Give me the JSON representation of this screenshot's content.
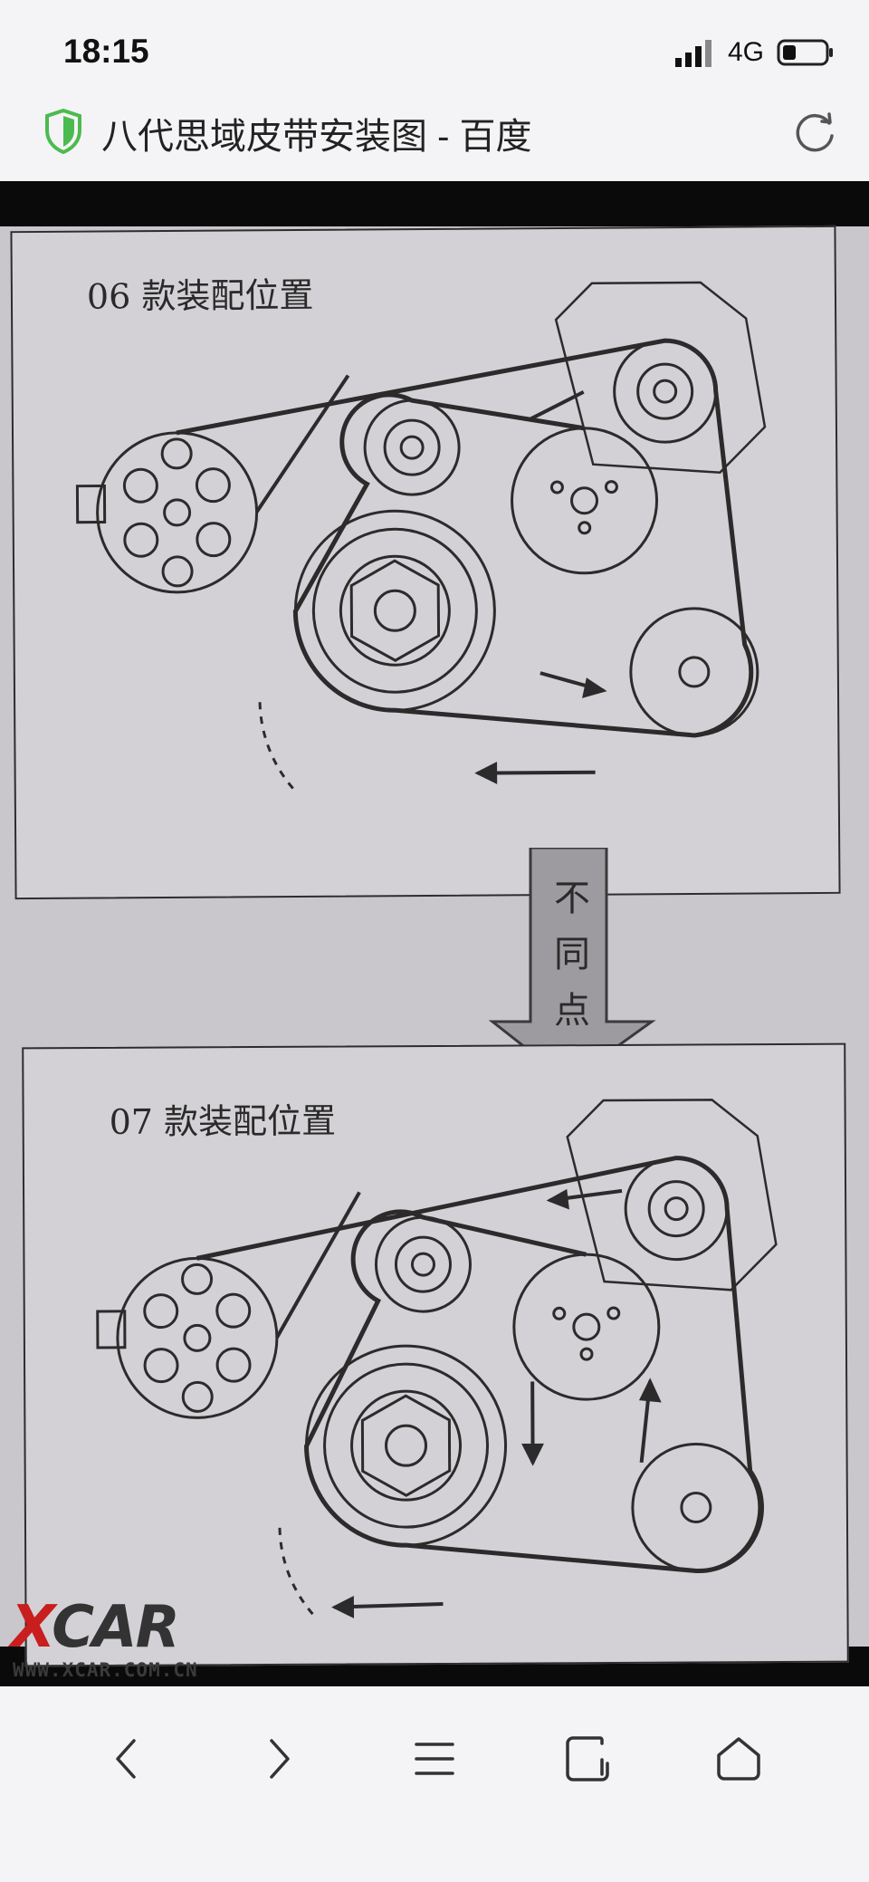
{
  "status_bar": {
    "time": "18:15",
    "network": "4G",
    "icons": [
      "signal-icon",
      "battery-icon"
    ]
  },
  "address_bar": {
    "title": "八代思域皮带安装图 - 百度",
    "icons": [
      "shield-icon",
      "reload-icon"
    ],
    "shield_color": "#4cbb4f"
  },
  "image": {
    "panel_top_label": "06 款装配位置",
    "panel_bottom_label": "07 款装配位置",
    "difference_text": [
      "不",
      "同",
      "点"
    ],
    "watermark_logo": "XCAR",
    "watermark_url": "WWW.XCAR.COM.CN",
    "watermark_accent": "#c81e1e"
  },
  "nav_bar": {
    "icons": [
      "back-icon",
      "forward-icon",
      "menu-icon",
      "tabs-icon",
      "home-icon"
    ]
  }
}
